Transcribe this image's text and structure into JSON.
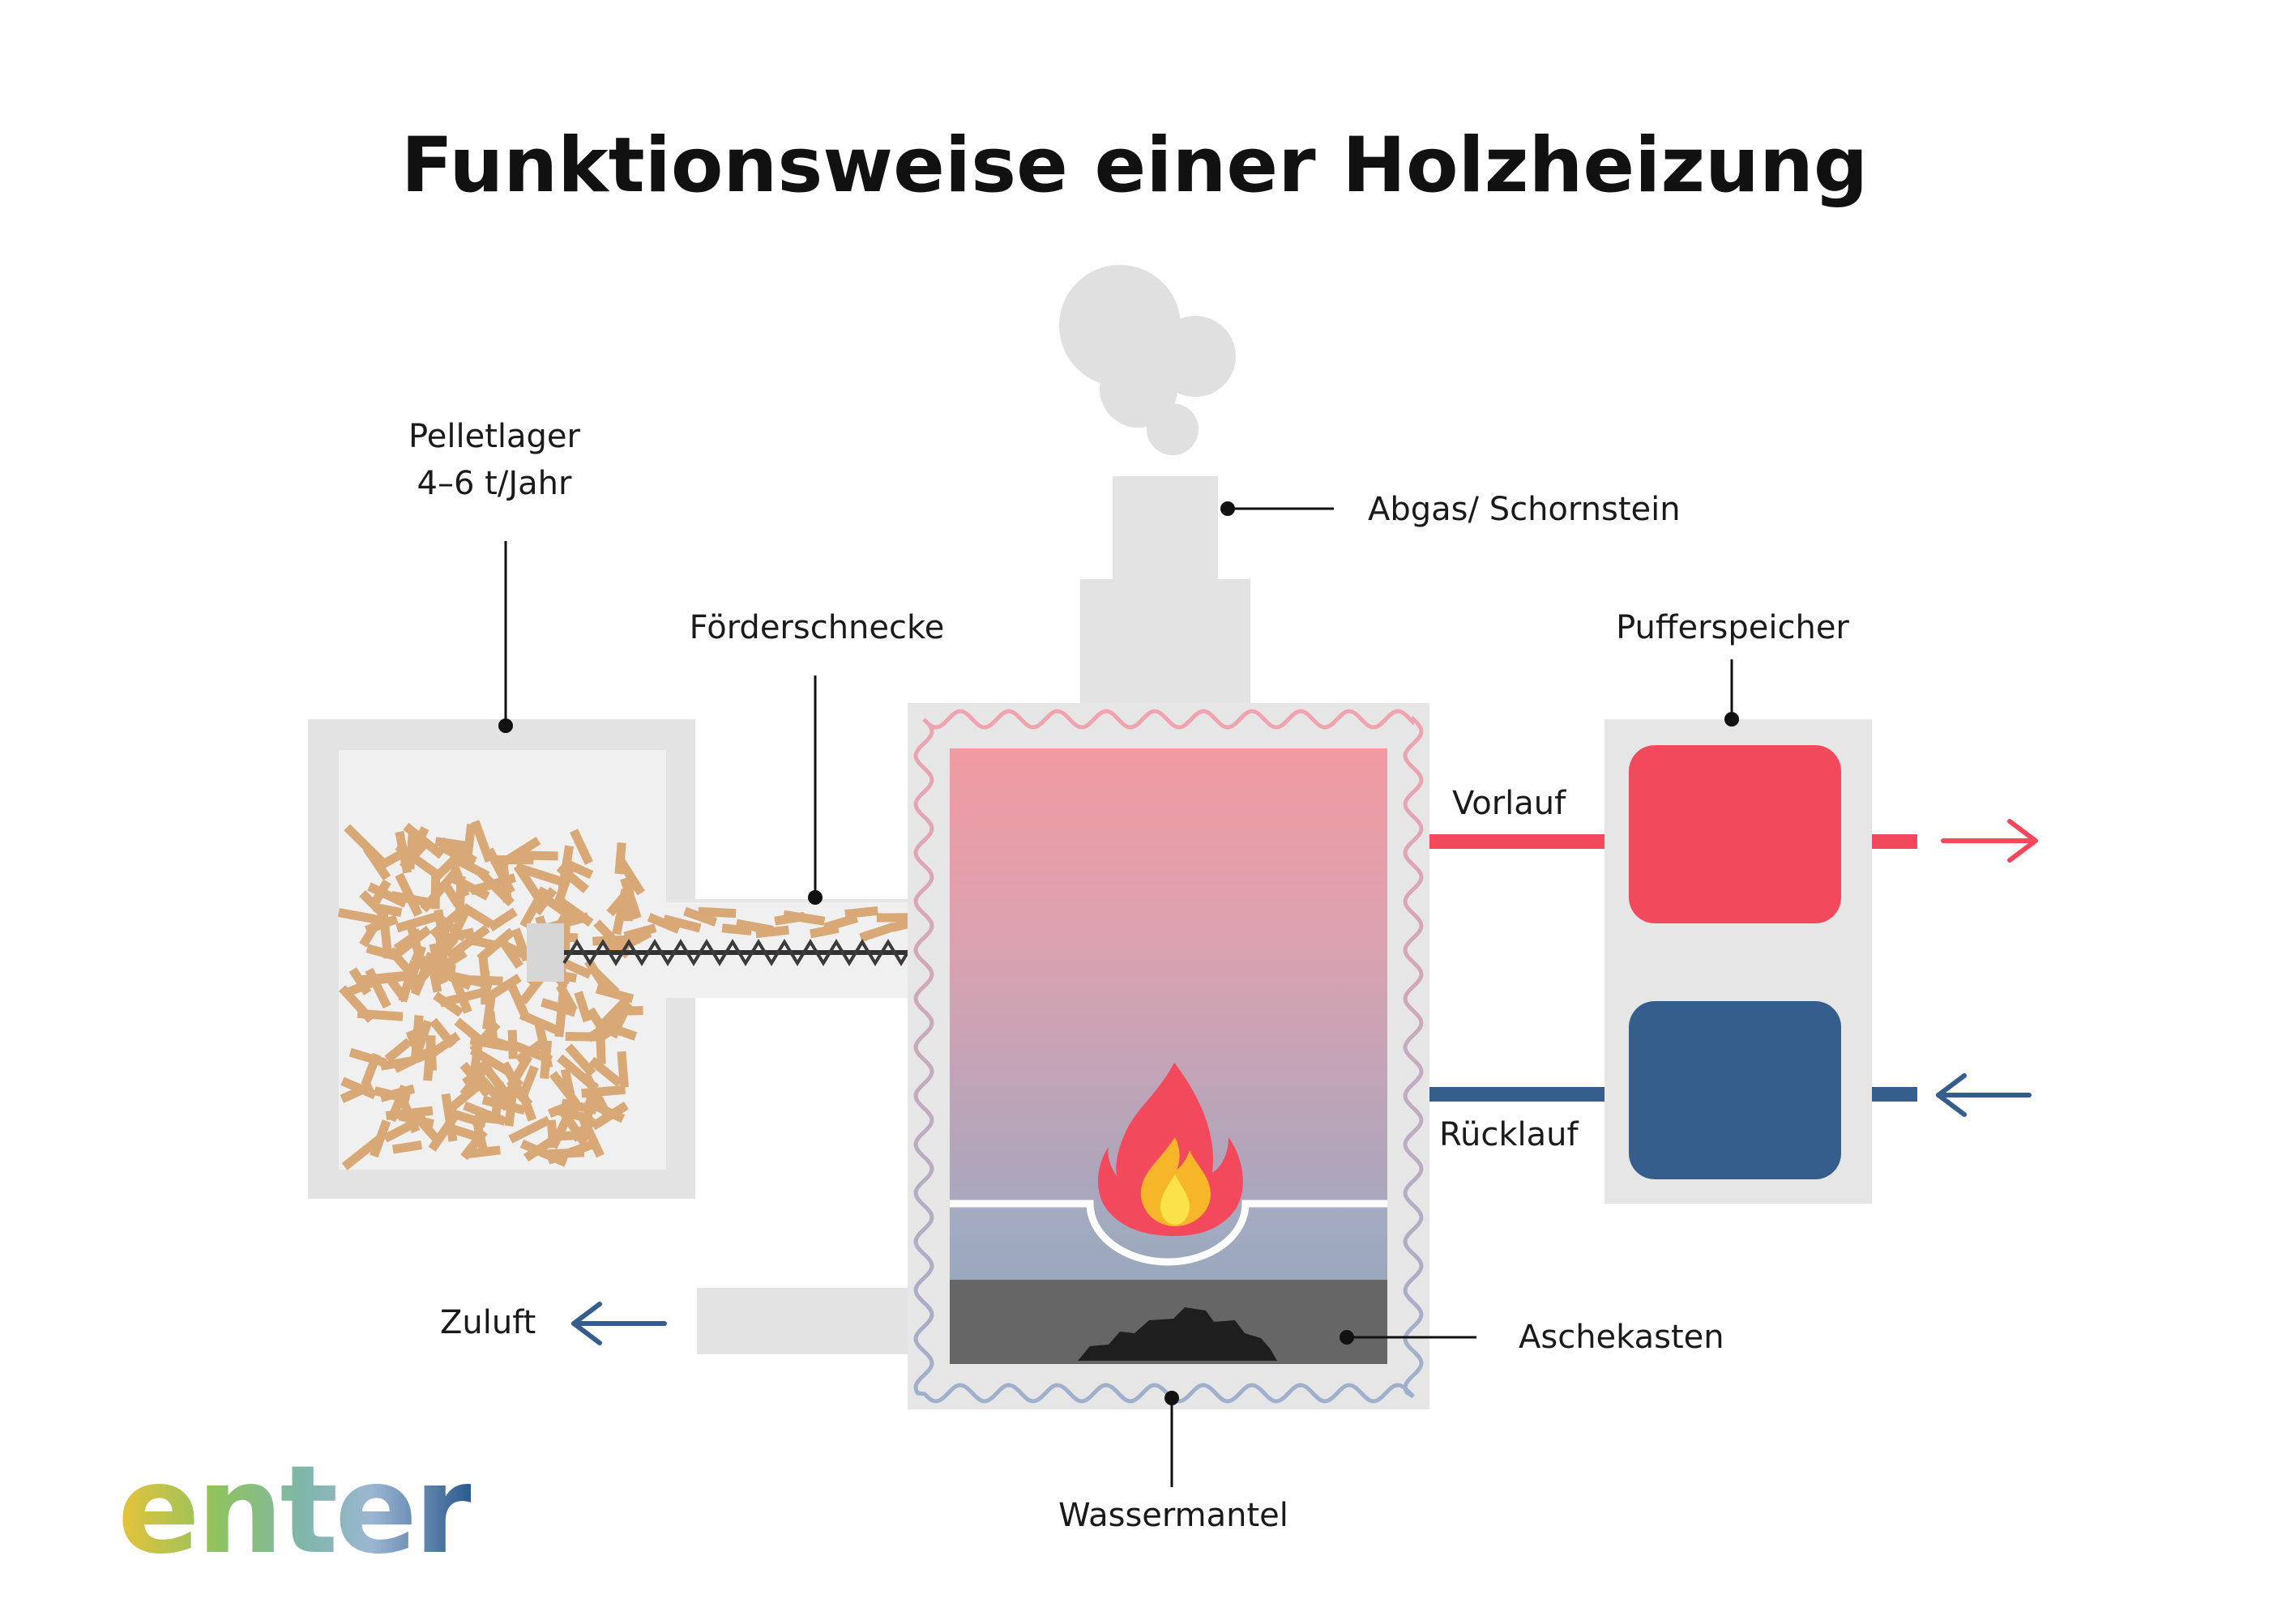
{
  "title": "Funktionsweise einer Holzheizung",
  "labels": {
    "pelletlager": "Pelletlager",
    "pelletlager_amount": "4–6 t/Jahr",
    "foerderschnecke": "Förderschnecke",
    "abgas": "Abgas/ Schornstein",
    "pufferspeicher": "Pufferspeicher",
    "vorlauf": "Vorlauf",
    "ruecklauf": "Rücklauf",
    "zuluft": "Zuluft",
    "aschekasten": "Aschekasten",
    "wassermantel": "Wassermantel"
  },
  "logo": "enter",
  "colors": {
    "hot": "#f24a5c",
    "cold": "#355e8c",
    "casing": "#e6e6e6",
    "pellet": "#d9a877",
    "ash": "#666666"
  }
}
